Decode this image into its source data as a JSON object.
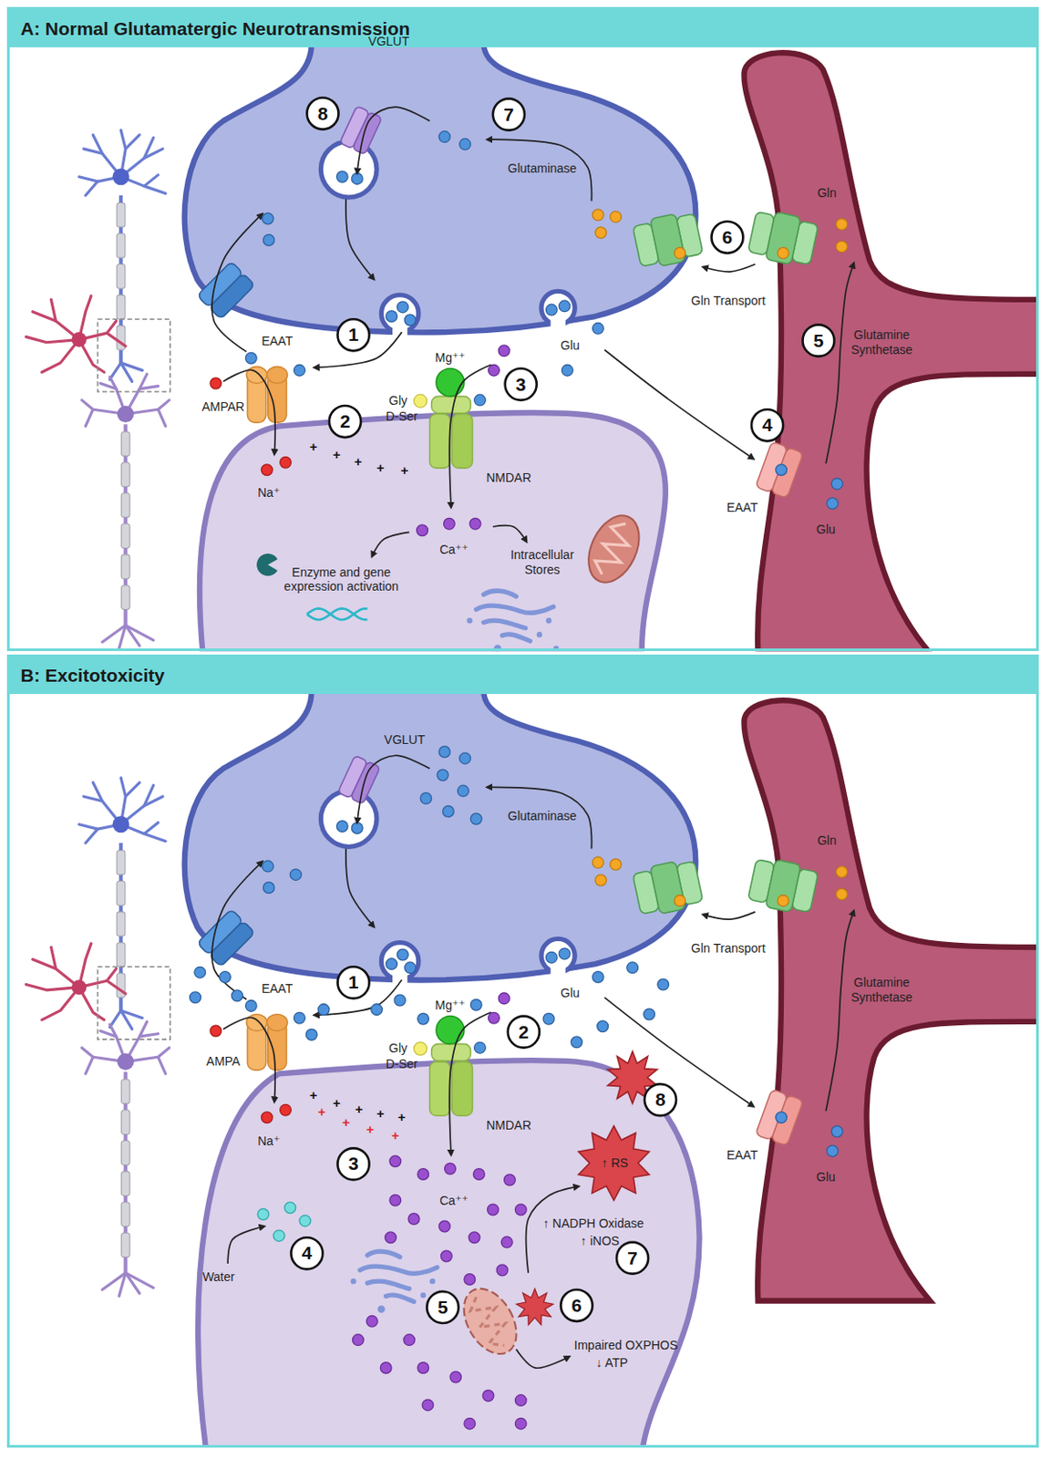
{
  "diagram": {
    "nodes": [
      {
        "text": [
          "A: Normal Glutamatergic Neurotransmission"
        ]
      },
      {
        "text": [
          "B: Excitotoxicity"
        ]
      }
    ],
    "labels": [
      "VGLUT",
      "8",
      "7",
      "Glutaminase",
      "Gln",
      "6",
      "Gln Transport",
      "5",
      "Glutamine Synthetase",
      "EAAT",
      "1",
      "Glu",
      "Mg⁺⁺",
      "3",
      "Gly",
      "D-Ser",
      "2",
      "AMPAR",
      "Na⁺",
      "NMDAR",
      "+",
      "+",
      "+",
      "+",
      "+",
      "4",
      "EAAT",
      "Glu",
      "Ca⁺⁺",
      "Enzyme and gene expression activation",
      "Intracellular Stores",
      "VGLUT",
      "Glutaminase",
      "Gln",
      "Gln Transport",
      "Glutamine Synthetase",
      "EAAT",
      "1",
      "Glu",
      "Mg⁺⁺",
      "2",
      "Gly",
      "D-Ser",
      "AMPA",
      "Na⁺",
      "NMDAR",
      "+",
      "+",
      "+",
      "+",
      "+",
      "+",
      "+",
      "+",
      "+",
      "8",
      "3",
      "Ca⁺⁺",
      "↑ RS",
      "↑ NADPH Oxidase",
      "↑ iNOS",
      "7",
      "4",
      "Water",
      "5",
      "6",
      "Impaired OXPHOS",
      "↓ ATP",
      "EAAT",
      "Glu"
    ]
  }
}
